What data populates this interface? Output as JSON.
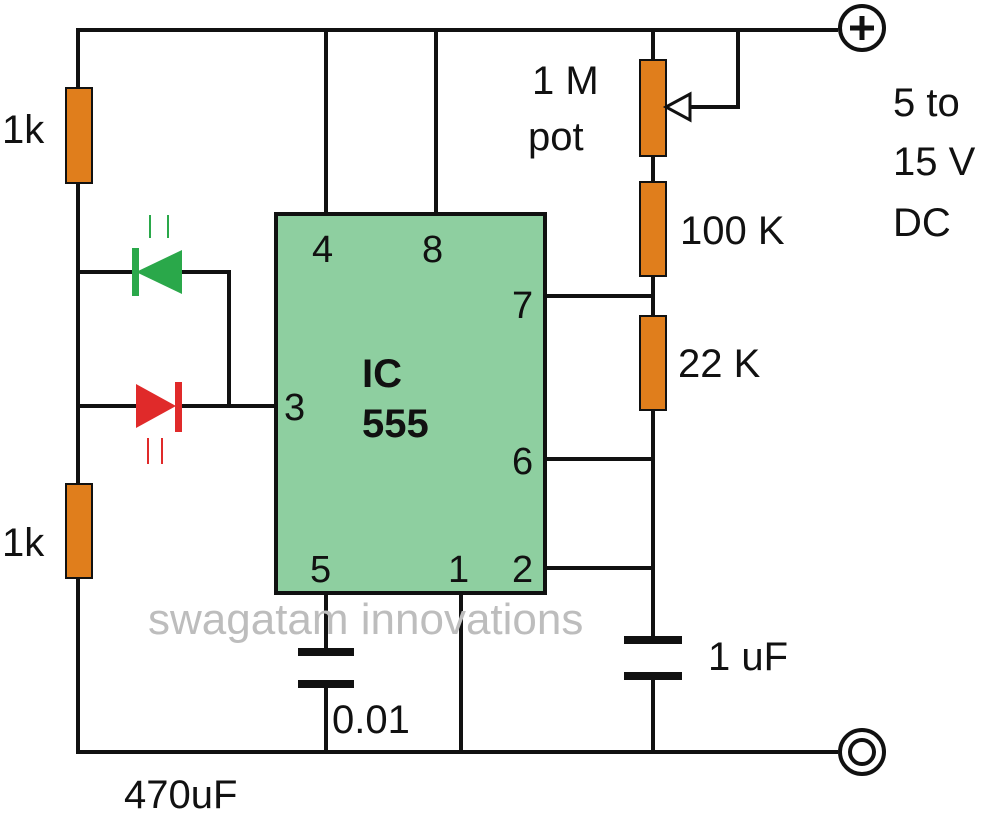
{
  "colors": {
    "wire": "#111111",
    "resistor": "#e07e1c",
    "ic_fill": "#8ecfa0",
    "led_green": "#2aa84a",
    "led_red": "#e02a2a",
    "watermark": "#bdbdbd"
  },
  "ic": {
    "line1": "IC",
    "line2": "555",
    "pins": {
      "p4": "4",
      "p8": "8",
      "p7": "7",
      "p3": "3",
      "p6": "6",
      "p5": "5",
      "p1": "1",
      "p2": "2"
    }
  },
  "labels": {
    "r_top_left": "1k",
    "r_bottom_left": "1k",
    "pot_line1": "1 M",
    "pot_line2": "pot",
    "r_100k": "100 K",
    "r_22k": "22 K",
    "cap_1uf": "1 uF",
    "cap_001": "0.01",
    "cap_470": "470uF",
    "supply_line1": "5 to",
    "supply_line2": "15 V",
    "supply_line3": "DC",
    "watermark": "swagatam innovations"
  },
  "terminals": {
    "positive": "plus-terminal-icon",
    "ground": "ground-terminal-icon"
  }
}
